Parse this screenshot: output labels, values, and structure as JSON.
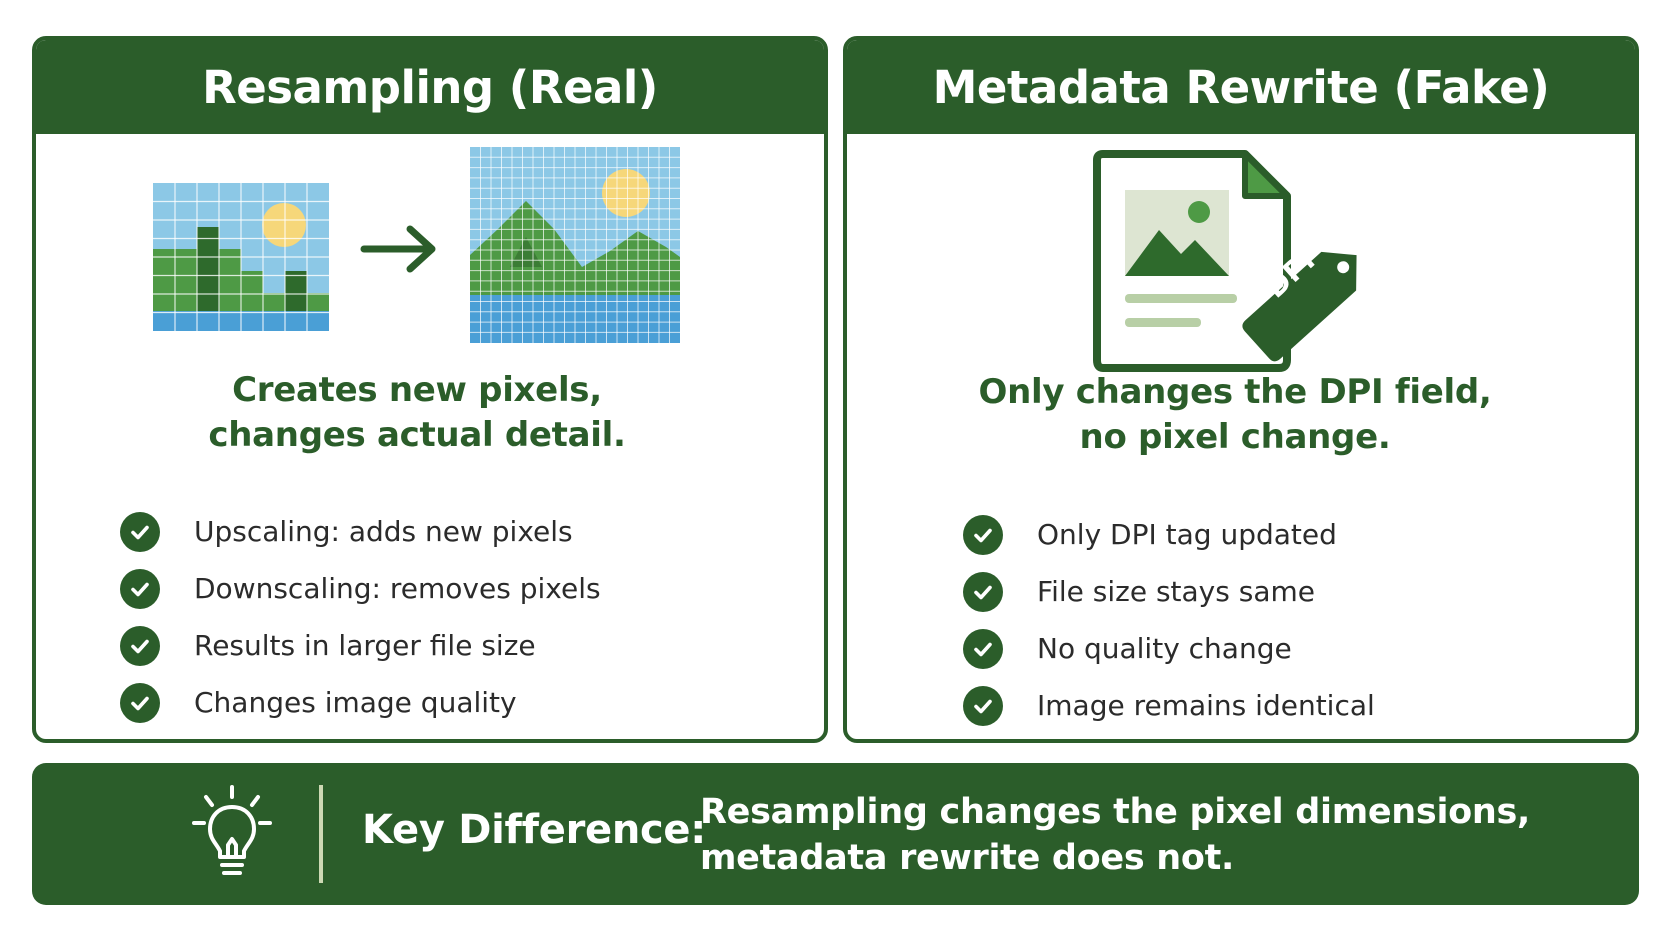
{
  "left_panel": {
    "title": "Resampling (Real)",
    "caption_lines": [
      "Creates new pixels,",
      "changes actual detail."
    ],
    "items": [
      "Upscaling: adds new pixels",
      "Downscaling: removes pixels",
      "Results in larger file size",
      "Changes image quality"
    ]
  },
  "right_panel": {
    "title": "Metadata Rewrite (Fake)",
    "tag_label": "DPI",
    "caption_lines": [
      "Only changes the DPI field,",
      "no pixel change."
    ],
    "items": [
      "Only DPI tag updated",
      "File size stays same",
      "No quality change",
      "Image remains identical"
    ]
  },
  "footer": {
    "label": "Key Difference:",
    "text_lines": [
      "Resampling changes the pixel dimensions,",
      "metadata rewrite does not."
    ]
  },
  "colors": {
    "brand_green": "#2b5d2a",
    "sky": "#8cc8e6",
    "sun": "#f6d77a",
    "hill": "#4e9a45",
    "hill_dark": "#2e6a2c",
    "water": "#4a9fd6"
  }
}
